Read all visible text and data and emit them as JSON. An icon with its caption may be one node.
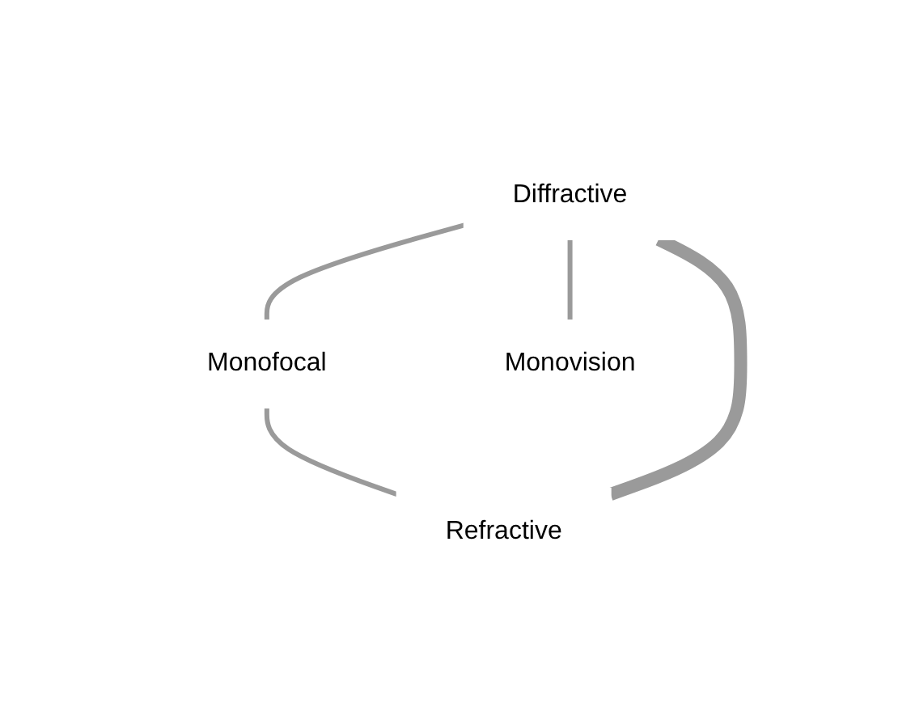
{
  "diagram": {
    "nodes": [
      {
        "text": [
          "Diffractive"
        ]
      },
      {
        "text": [
          "Monofocal"
        ]
      },
      {
        "text": [
          "Refractive"
        ]
      },
      {
        "text": [
          "Monovision"
        ]
      }
    ],
    "edges": [
      {
        "from": 0,
        "to": 1,
        "arrow": "none"
      },
      {
        "from": 1,
        "to": 2,
        "arrow": "none"
      },
      {
        "from": 0,
        "to": 2,
        "arrow": "none",
        "style": "thick"
      },
      {
        "from": 0,
        "to": 3,
        "arrow": "none"
      }
    ]
  }
}
